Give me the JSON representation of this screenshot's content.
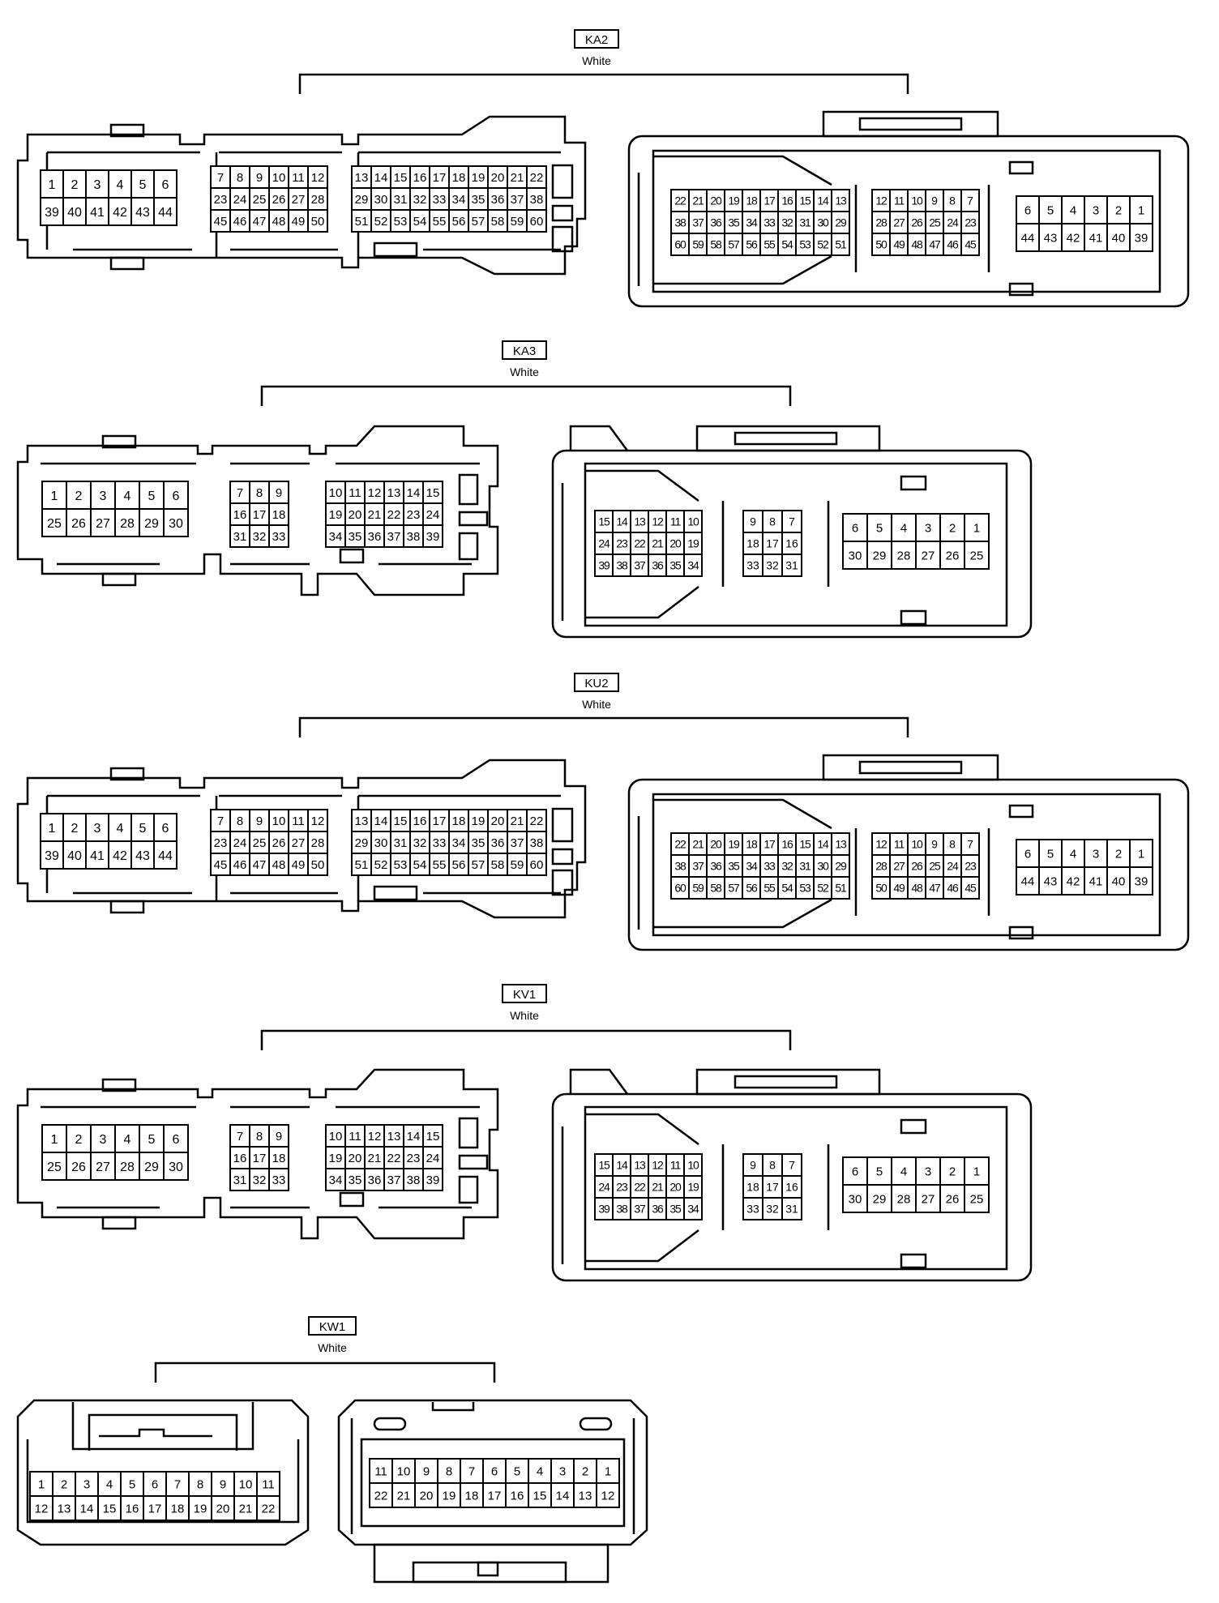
{
  "connectors": [
    {
      "code": "KA2",
      "color": "White",
      "male_blocks": [
        [
          [
            "1",
            "2",
            "3",
            "4",
            "5",
            "6"
          ],
          [
            "39",
            "40",
            "41",
            "42",
            "43",
            "44"
          ]
        ],
        [
          [
            "7",
            "8",
            "9",
            "10",
            "11",
            "12"
          ],
          [
            "23",
            "24",
            "25",
            "26",
            "27",
            "28"
          ],
          [
            "45",
            "46",
            "47",
            "48",
            "49",
            "50"
          ]
        ],
        [
          [
            "13",
            "14",
            "15",
            "16",
            "17",
            "18",
            "19",
            "20",
            "21",
            "22"
          ],
          [
            "29",
            "30",
            "31",
            "32",
            "33",
            "34",
            "35",
            "36",
            "37",
            "38"
          ],
          [
            "51",
            "52",
            "53",
            "54",
            "55",
            "56",
            "57",
            "58",
            "59",
            "60"
          ]
        ]
      ],
      "female_blocks": [
        [
          [
            "22",
            "21",
            "20",
            "19",
            "18",
            "17",
            "16",
            "15",
            "14",
            "13"
          ],
          [
            "38",
            "37",
            "36",
            "35",
            "34",
            "33",
            "32",
            "31",
            "30",
            "29"
          ],
          [
            "60",
            "59",
            "58",
            "57",
            "56",
            "55",
            "54",
            "53",
            "52",
            "51"
          ]
        ],
        [
          [
            "12",
            "11",
            "10",
            "9",
            "8",
            "7"
          ],
          [
            "28",
            "27",
            "26",
            "25",
            "24",
            "23"
          ],
          [
            "50",
            "49",
            "48",
            "47",
            "46",
            "45"
          ]
        ],
        [
          [
            "6",
            "5",
            "4",
            "3",
            "2",
            "1"
          ],
          [
            "44",
            "43",
            "42",
            "41",
            "40",
            "39"
          ]
        ]
      ]
    },
    {
      "code": "KA3",
      "color": "White",
      "male_blocks": [
        [
          [
            "1",
            "2",
            "3",
            "4",
            "5",
            "6"
          ],
          [
            "25",
            "26",
            "27",
            "28",
            "29",
            "30"
          ]
        ],
        [
          [
            "7",
            "8",
            "9"
          ],
          [
            "16",
            "17",
            "18"
          ],
          [
            "31",
            "32",
            "33"
          ]
        ],
        [
          [
            "10",
            "11",
            "12",
            "13",
            "14",
            "15"
          ],
          [
            "19",
            "20",
            "21",
            "22",
            "23",
            "24"
          ],
          [
            "34",
            "35",
            "36",
            "37",
            "38",
            "39"
          ]
        ]
      ],
      "female_blocks": [
        [
          [
            "15",
            "14",
            "13",
            "12",
            "11",
            "10"
          ],
          [
            "24",
            "23",
            "22",
            "21",
            "20",
            "19"
          ],
          [
            "39",
            "38",
            "37",
            "36",
            "35",
            "34"
          ]
        ],
        [
          [
            "9",
            "8",
            "7"
          ],
          [
            "18",
            "17",
            "16"
          ],
          [
            "33",
            "32",
            "31"
          ]
        ],
        [
          [
            "6",
            "5",
            "4",
            "3",
            "2",
            "1"
          ],
          [
            "30",
            "29",
            "28",
            "27",
            "26",
            "25"
          ]
        ]
      ]
    },
    {
      "code": "KU2",
      "color": "White",
      "male_blocks": [
        [
          [
            "1",
            "2",
            "3",
            "4",
            "5",
            "6"
          ],
          [
            "39",
            "40",
            "41",
            "42",
            "43",
            "44"
          ]
        ],
        [
          [
            "7",
            "8",
            "9",
            "10",
            "11",
            "12"
          ],
          [
            "23",
            "24",
            "25",
            "26",
            "27",
            "28"
          ],
          [
            "45",
            "46",
            "47",
            "48",
            "49",
            "50"
          ]
        ],
        [
          [
            "13",
            "14",
            "15",
            "16",
            "17",
            "18",
            "19",
            "20",
            "21",
            "22"
          ],
          [
            "29",
            "30",
            "31",
            "32",
            "33",
            "34",
            "35",
            "36",
            "37",
            "38"
          ],
          [
            "51",
            "52",
            "53",
            "54",
            "55",
            "56",
            "57",
            "58",
            "59",
            "60"
          ]
        ]
      ],
      "female_blocks": [
        [
          [
            "22",
            "21",
            "20",
            "19",
            "18",
            "17",
            "16",
            "15",
            "14",
            "13"
          ],
          [
            "38",
            "37",
            "36",
            "35",
            "34",
            "33",
            "32",
            "31",
            "30",
            "29"
          ],
          [
            "60",
            "59",
            "58",
            "57",
            "56",
            "55",
            "54",
            "53",
            "52",
            "51"
          ]
        ],
        [
          [
            "12",
            "11",
            "10",
            "9",
            "8",
            "7"
          ],
          [
            "28",
            "27",
            "26",
            "25",
            "24",
            "23"
          ],
          [
            "50",
            "49",
            "48",
            "47",
            "46",
            "45"
          ]
        ],
        [
          [
            "6",
            "5",
            "4",
            "3",
            "2",
            "1"
          ],
          [
            "44",
            "43",
            "42",
            "41",
            "40",
            "39"
          ]
        ]
      ]
    },
    {
      "code": "KV1",
      "color": "White",
      "male_blocks": [
        [
          [
            "1",
            "2",
            "3",
            "4",
            "5",
            "6"
          ],
          [
            "25",
            "26",
            "27",
            "28",
            "29",
            "30"
          ]
        ],
        [
          [
            "7",
            "8",
            "9"
          ],
          [
            "16",
            "17",
            "18"
          ],
          [
            "31",
            "32",
            "33"
          ]
        ],
        [
          [
            "10",
            "11",
            "12",
            "13",
            "14",
            "15"
          ],
          [
            "19",
            "20",
            "21",
            "22",
            "23",
            "24"
          ],
          [
            "34",
            "35",
            "36",
            "37",
            "38",
            "39"
          ]
        ]
      ],
      "female_blocks": [
        [
          [
            "15",
            "14",
            "13",
            "12",
            "11",
            "10"
          ],
          [
            "24",
            "23",
            "22",
            "21",
            "20",
            "19"
          ],
          [
            "39",
            "38",
            "37",
            "36",
            "35",
            "34"
          ]
        ],
        [
          [
            "9",
            "8",
            "7"
          ],
          [
            "18",
            "17",
            "16"
          ],
          [
            "33",
            "32",
            "31"
          ]
        ],
        [
          [
            "6",
            "5",
            "4",
            "3",
            "2",
            "1"
          ],
          [
            "30",
            "29",
            "28",
            "27",
            "26",
            "25"
          ]
        ]
      ]
    },
    {
      "code": "KW1",
      "color": "White",
      "male_blocks": [
        [
          [
            "1",
            "2",
            "3",
            "4",
            "5",
            "6",
            "7",
            "8",
            "9",
            "10",
            "11"
          ],
          [
            "12",
            "13",
            "14",
            "15",
            "16",
            "17",
            "18",
            "19",
            "20",
            "21",
            "22"
          ]
        ]
      ],
      "female_blocks": [
        [
          [
            "11",
            "10",
            "9",
            "8",
            "7",
            "6",
            "5",
            "4",
            "3",
            "2",
            "1"
          ],
          [
            "22",
            "21",
            "20",
            "19",
            "18",
            "17",
            "16",
            "15",
            "14",
            "13",
            "12"
          ]
        ]
      ]
    }
  ]
}
